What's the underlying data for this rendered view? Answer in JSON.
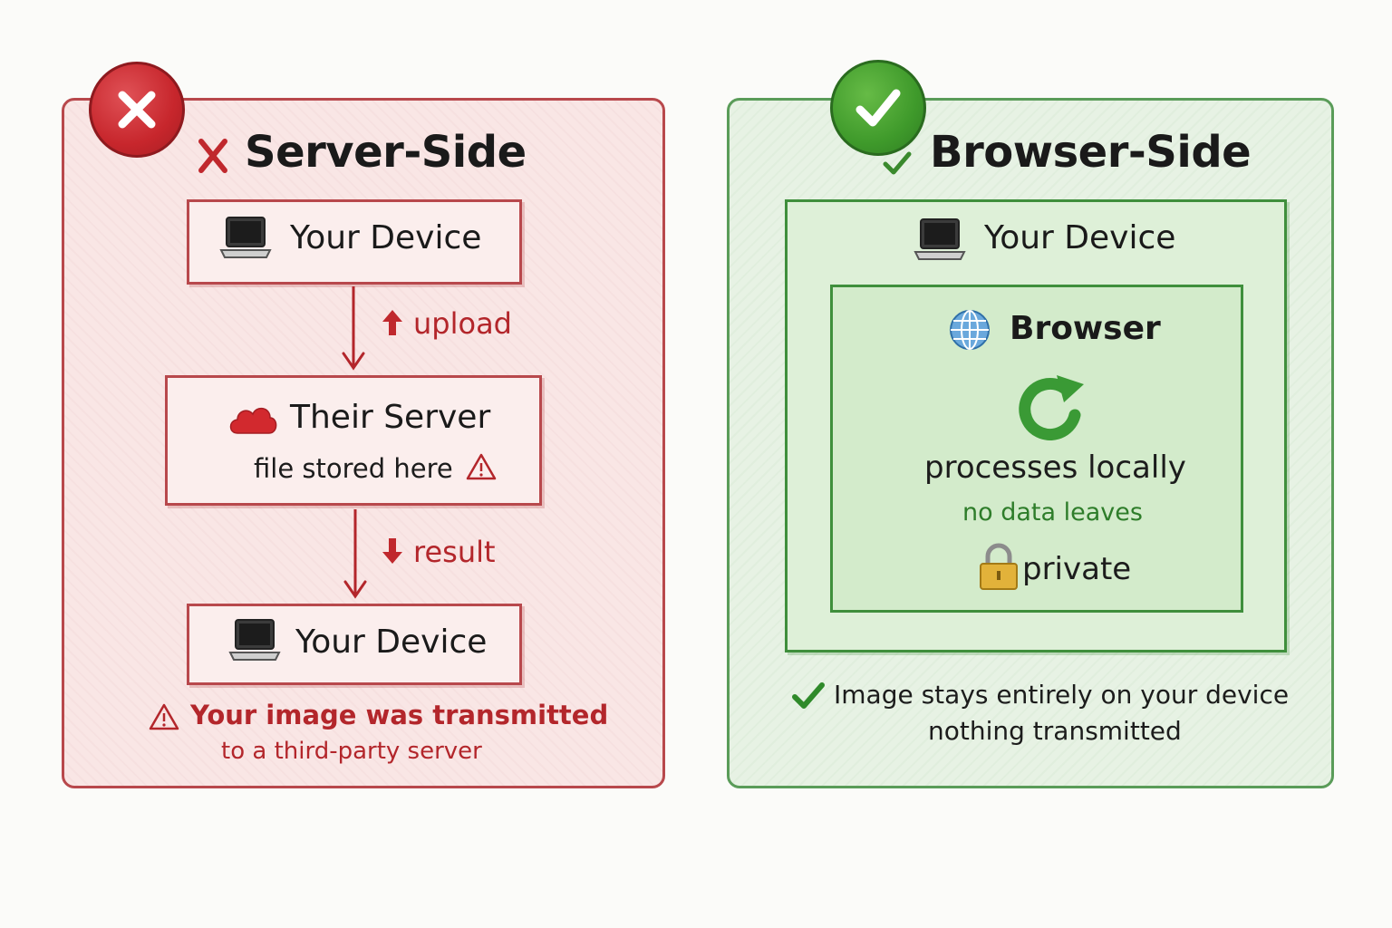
{
  "server_side": {
    "title": "Server-Side",
    "your_device_top": "Your Device",
    "upload_label": "upload",
    "their_server": "Their Server",
    "file_stored": "file stored here",
    "result_label": "result",
    "your_device_bottom": "Your Device",
    "warning_line1": "Your image was transmitted",
    "warning_line2": "to a third-party server",
    "accent_color": "#b8484c"
  },
  "browser_side": {
    "title": "Browser-Side",
    "your_device": "Your Device",
    "browser": "Browser",
    "processes_locally": "processes locally",
    "no_data_leaves": "no data leaves",
    "private": "private",
    "footer_line1": "Image stays entirely on your device",
    "footer_line2": "nothing transmitted",
    "accent_color": "#3f8f3c"
  },
  "icons": [
    "x-badge-icon",
    "check-badge-icon",
    "laptop-icon",
    "cloud-icon",
    "warning-icon",
    "up-arrow-icon",
    "down-arrow-icon",
    "globe-icon",
    "refresh-icon",
    "lock-icon",
    "checkmark-icon"
  ]
}
